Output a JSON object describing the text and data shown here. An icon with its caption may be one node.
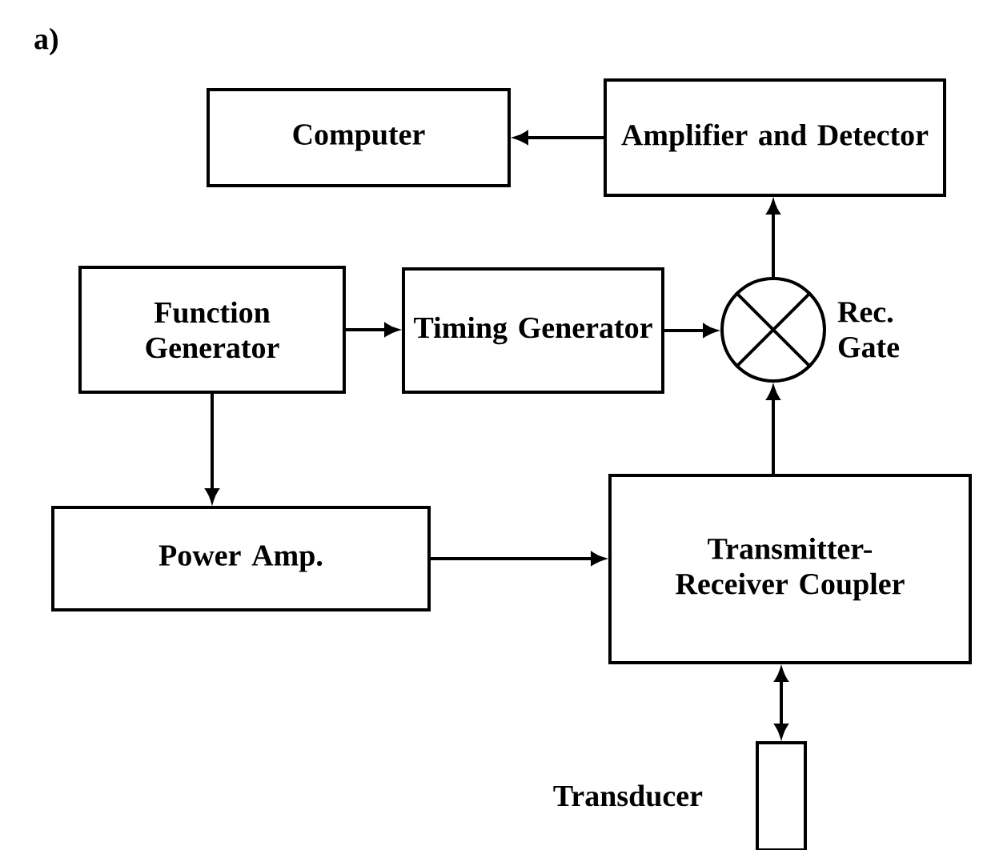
{
  "diagram": {
    "nodes": [
      {
        "text": [
          "Computer"
        ]
      },
      {
        "text": [
          "Amplifier and Detector"
        ]
      },
      {
        "text": [
          "Function Generator"
        ]
      },
      {
        "text": [
          "Timing Generator"
        ]
      },
      {
        "text": [],
        "shape": "circle",
        "beside": [
          "Rec. Gate"
        ]
      },
      {
        "text": [
          "Power Amp."
        ]
      },
      {
        "text": [
          "Transmitter- Receiver Coupler"
        ]
      },
      {
        "text": [],
        "shape": "box",
        "beside": [
          "Transducer"
        ]
      }
    ],
    "edges": [
      {
        "from": 1,
        "to": 0,
        "arrow": "to"
      },
      {
        "from": 2,
        "to": 3,
        "arrow": "to"
      },
      {
        "from": 3,
        "to": 4,
        "arrow": "to"
      },
      {
        "from": 4,
        "to": 1,
        "arrow": "to"
      },
      {
        "from": 2,
        "to": 5,
        "arrow": "to"
      },
      {
        "from": 5,
        "to": 6,
        "arrow": "to"
      },
      {
        "from": 6,
        "to": 4,
        "arrow": "to"
      },
      {
        "from": 6,
        "to": 7,
        "arrow": "both"
      }
    ],
    "labels": [
      "a)"
    ]
  }
}
